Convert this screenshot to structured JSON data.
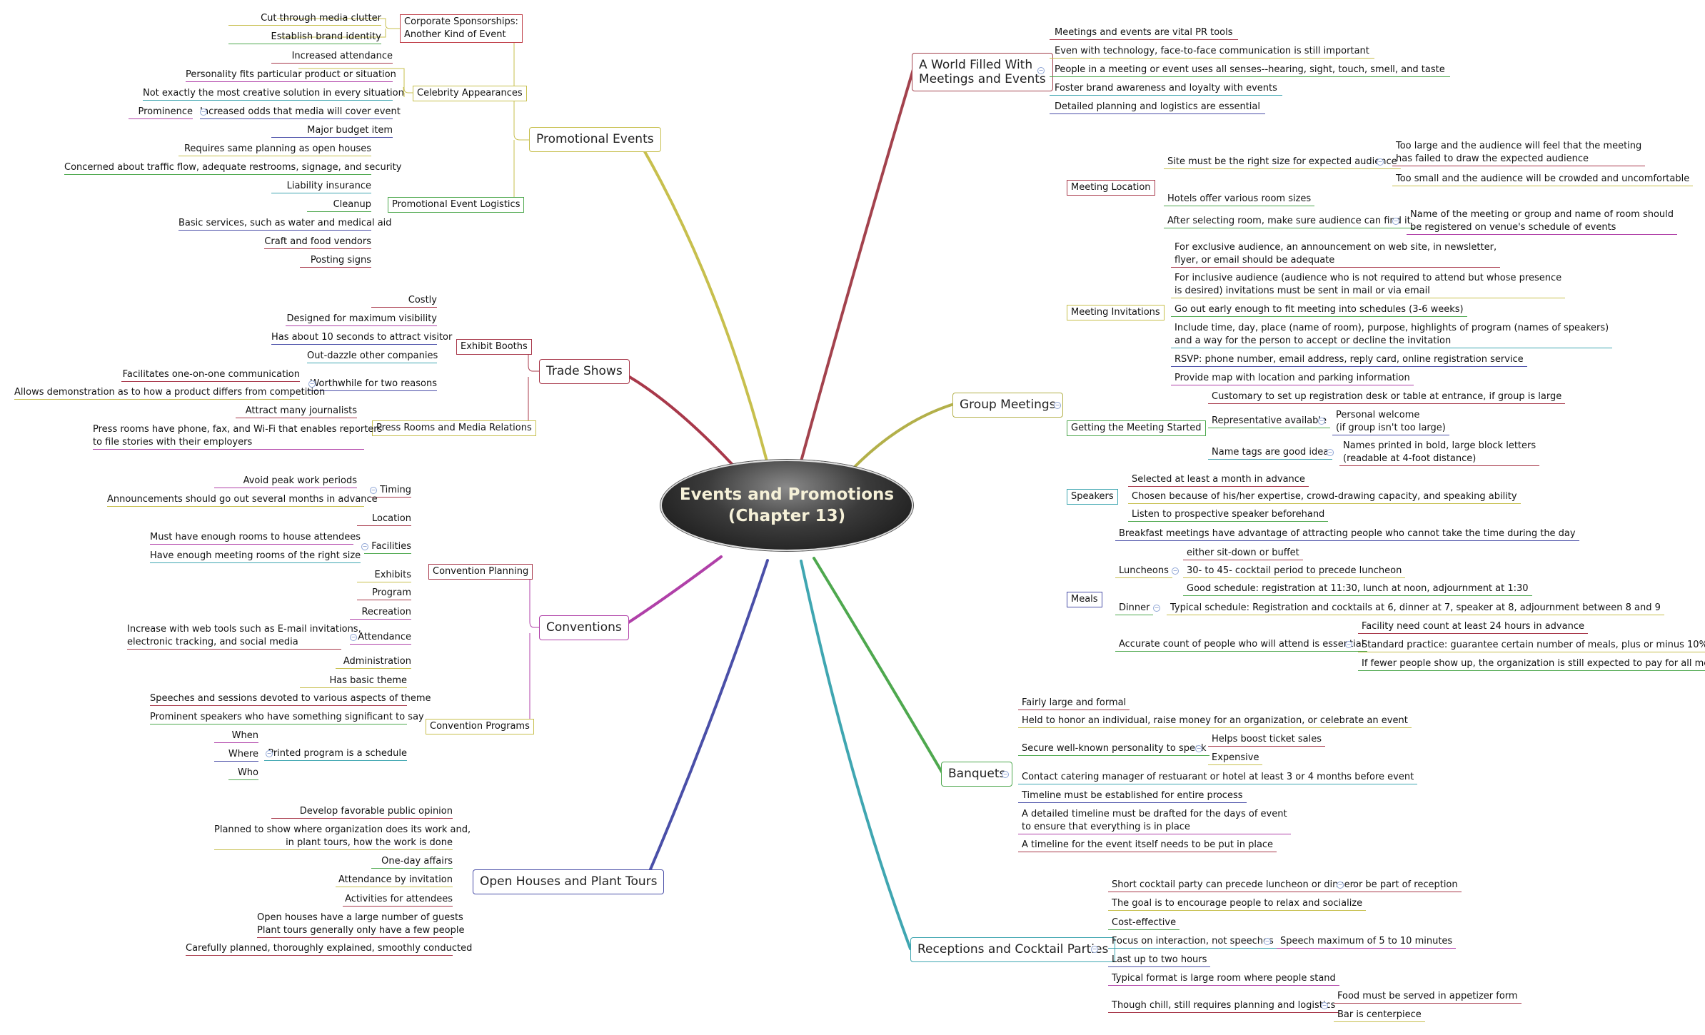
{
  "title_line1": "Events and Promotions",
  "title_line2": "(Chapter 13)",
  "colors": {
    "promo": "#c7bf4d",
    "trade": "#a8384a",
    "conv": "#b040a8",
    "open": "#4a4fa8",
    "world": "#a3424d",
    "group": "#b3b04a",
    "banq": "#4ea84e",
    "recep": "#3fa6b1"
  },
  "branches": {
    "promo": {
      "title": "Promotional Events",
      "subs": {
        "corp": {
          "title": [
            "Corporate Sponsorships:",
            "Another Kind of Event"
          ],
          "items": [
            "Cut through media clutter",
            "Establish brand identity"
          ]
        },
        "celeb": {
          "title": "Celebrity Appearances",
          "items": [
            "Increased attendance",
            "Personality fits particular product or situation",
            "Not exactly the most creative solution in every situation",
            "Increased odds that media will cover event",
            "Major budget item"
          ],
          "prominence": "Prominence"
        },
        "logi": {
          "title": "Promotional Event Logistics",
          "items": [
            "Requires same planning as open houses",
            "Concerned about traffic flow, adequate restrooms, signage, and security",
            "Liability insurance",
            "Cleanup",
            "Basic services, such as water and medical aid",
            "Craft and food vendors",
            "Posting signs"
          ]
        }
      }
    },
    "trade": {
      "title": "Trade Shows",
      "subs": {
        "booth": {
          "title": "Exhibit Booths",
          "items": [
            "Costly",
            "Designed for maximum visibility",
            "Has about 10 seconds to attract visitor",
            "Out-dazzle other companies",
            "Worthwhile for two reasons"
          ],
          "reasons": [
            "Facilitates one-on-one communication",
            "Allows demonstration as to how a product differs from competition"
          ]
        },
        "press": {
          "title": "Press Rooms and Media Relations",
          "items": [
            "Attract many journalists",
            "Press rooms have phone, fax, and Wi-Fi that enables reporters",
            "to file stories with their employers"
          ]
        }
      }
    },
    "conv": {
      "title": "Conventions",
      "subs": {
        "plan": {
          "title": "Convention Planning",
          "items": [
            "Timing",
            "Location",
            "Facilities",
            "Exhibits",
            "Program",
            "Recreation",
            "Attendance",
            "Administration"
          ],
          "timing": [
            "Avoid peak work periods",
            "Announcements should go out several months in advance"
          ],
          "facilities": [
            "Must have enough rooms to house attendees",
            "Have enough meeting rooms of the right size"
          ],
          "attendance": [
            "Increase with web tools such as E-mail invitations,",
            "electronic tracking, and social media"
          ]
        },
        "prog": {
          "title": "Convention Programs",
          "items": [
            "Has basic theme",
            "Speeches and sessions devoted to various aspects of theme",
            "Prominent speakers who have something significant to say",
            "Printed program is a schedule"
          ],
          "sched": [
            "When",
            "Where",
            "Who"
          ]
        }
      }
    },
    "open": {
      "title": "Open Houses and Plant Tours",
      "items": [
        "Develop favorable public opinion",
        "Planned to show where organization does its work and,",
        "in plant tours, how the work is done",
        "One-day affairs",
        "Attendance by invitation",
        "Activities for attendees",
        "Open houses have a large number of guests",
        "Plant tours generally only have a few people",
        "Carefully planned, thoroughly explained, smoothly conducted"
      ]
    },
    "world": {
      "title": [
        "A World Filled With",
        "Meetings and Events"
      ],
      "items": [
        "Meetings and events are vital PR tools",
        "Even with technology, face-to-face communication is still important",
        "People in a meeting or event uses all senses--hearing, sight, touch, smell, and taste",
        "Foster brand awareness and loyalty with events",
        "Detailed planning and logistics are essential"
      ]
    },
    "group": {
      "title": "Group Meetings",
      "subs": {
        "loc": {
          "title": "Meeting Location",
          "items": [
            "Site must be the right size for expected audience",
            "Hotels offer various room sizes",
            "After selecting room, make sure audience can find it"
          ],
          "size": [
            "Too large and the audience will feel that the meeting",
            "has failed to draw the expected audience",
            "Too small and the audience will be crowded and uncomfortable"
          ],
          "find": [
            "Name of the meeting or group and name of room should",
            "be registered on venue's schedule of events"
          ]
        },
        "inv": {
          "title": "Meeting Invitations",
          "items": [
            "For exclusive audience, an announcement on web site, in newsletter,",
            "flyer, or email should be adequate",
            "For inclusive audience (audience who is not required to attend but whose presence",
            "is desired) invitations must be sent in mail or via email",
            "Go out early enough to fit meeting into schedules (3-6 weeks)",
            "Include time, day, place (name of room), purpose, highlights of program (names of speakers)",
            "and a way for the person to accept or decline the invitation",
            "RSVP: phone number, email address, reply card, online registration service",
            "Provide map with location and parking information"
          ]
        },
        "start": {
          "title": "Getting the Meeting Started",
          "items": [
            "Customary to set up registration desk or table at entrance, if group is large",
            "Representative available",
            "Name tags are good idea"
          ],
          "rep": [
            "Personal welcome",
            "(if group isn't too large)"
          ],
          "tags": [
            "Names printed in bold, large block letters",
            "(readable at 4-foot distance)"
          ]
        },
        "speak": {
          "title": "Speakers",
          "items": [
            "Selected at least a month in advance",
            "Chosen because of his/her expertise, crowd-drawing capacity, and speaking ability",
            "Listen to prospective speaker beforehand"
          ]
        },
        "meals": {
          "title": "Meals",
          "items": [
            "Breakfast meetings have advantage of attracting people who cannot take the time during the day",
            "Luncheons",
            "Dinner",
            "Accurate count of people who will attend is essential"
          ],
          "lunch": [
            "either sit-down or buffet",
            "30- to 45- cocktail period to precede luncheon",
            "Good schedule: registration at 11:30, lunch at noon, adjournment at 1:30"
          ],
          "dinner": "Typical schedule: Registration and cocktails at 6, dinner at 7, speaker at 8, adjournment between 8 and 9",
          "count": [
            "Facility need count at least 24 hours in advance",
            "Standard practice: guarantee certain number of meals, plus or minus 10%",
            "If fewer people show up, the organization is still expected to pay for all meals"
          ]
        }
      }
    },
    "banq": {
      "title": "Banquets",
      "items": [
        "Fairly large and formal",
        "Held to honor an individual, raise money for an organization, or celebrate an event",
        "Secure well-known personality to speak",
        "Contact catering manager of restuarant or hotel at least 3 or 4 months before event",
        "Timeline must be established for entire process",
        "A detailed timeline must be drafted for the days of event",
        "to ensure that everything is in place",
        "A timeline for the event itself needs to be put in place"
      ],
      "speak": [
        "Helps boost ticket sales",
        "Expensive"
      ]
    },
    "recep": {
      "title": "Receptions and Cocktail Parties",
      "items": [
        "Short cocktail party can precede luncheon or dinner",
        "The goal is to encourage people to relax and socialize",
        "Cost-effective",
        "Focus on interaction, not speeches",
        "Last up to two hours",
        "Typical format is large room where people stand",
        "Though chill, still requires planning and logistics"
      ],
      "short": "or be part of reception",
      "focus": "Speech maximum of 5 to 10 minutes",
      "chill": [
        "Food must be served in appetizer form",
        "Bar is centerpiece"
      ]
    }
  }
}
